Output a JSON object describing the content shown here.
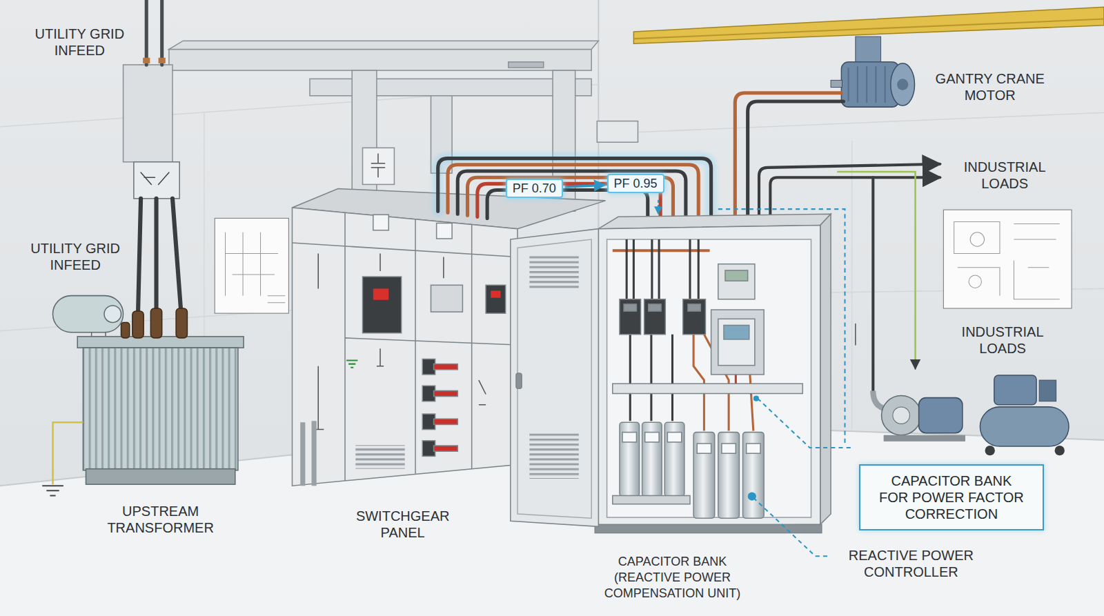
{
  "diagram": {
    "nodes": [
      {
        "text": [
          "PF 0.70"
        ]
      },
      {
        "text": [
          "PF 0.95"
        ]
      },
      {
        "text": [
          "CAPACITOR BANK FOR POWER FACTOR CORRECTION"
        ]
      }
    ],
    "edges": [
      {
        "from": 0,
        "to": 1,
        "arrow": "to"
      }
    ],
    "labels": [
      "UTILITY GRID INFEED",
      "GANTRY CRANE MOTOR",
      "INDUSTRIAL LOADS",
      "UTILITY GRID INFEED",
      "INDUSTRIAL LOADS",
      "UPSTREAM TRANSFORMER",
      "SWITCHGEAR PANEL",
      "REACTIVE POWER CONTROLLER",
      "CAPACITOR BANK (REACTIVE POWER COMPENSATION UNIT)"
    ]
  }
}
